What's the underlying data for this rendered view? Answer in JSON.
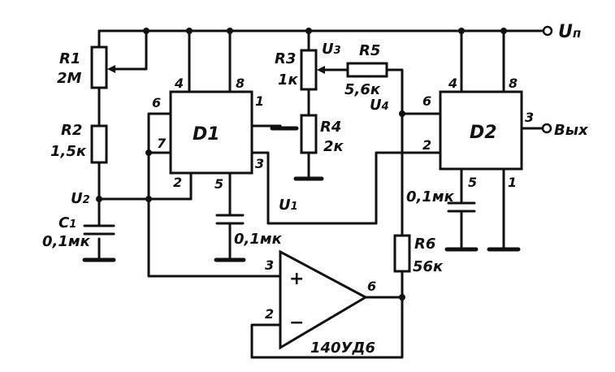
{
  "power": {
    "label": "U",
    "sub": "п"
  },
  "output": {
    "label": "Вых"
  },
  "components": {
    "r1": {
      "name": "R1",
      "value": "2М"
    },
    "r2": {
      "name": "R2",
      "value": "1,5к"
    },
    "c1": {
      "name": "C",
      "sub": "1",
      "value": "0,1мк"
    },
    "r3": {
      "name": "R3",
      "value": "1к"
    },
    "r4": {
      "name": "R4",
      "value": "2к"
    },
    "r5": {
      "name": "R5",
      "value": "5,6к"
    },
    "r6": {
      "name": "R6",
      "value": "56к"
    },
    "c_d1": {
      "value": "0,1мк"
    },
    "c_d2": {
      "value": "0,1мк"
    },
    "d1": {
      "name": "D1"
    },
    "d2": {
      "name": "D2"
    },
    "opamp": {
      "name": "140УД6",
      "plus": "+",
      "minus": "−"
    }
  },
  "nodes": {
    "u2": {
      "label": "U",
      "sub": "2"
    },
    "u3": {
      "label": "U",
      "sub": "3"
    },
    "u4": {
      "label": "U",
      "sub": "4"
    },
    "u1": {
      "label": "U",
      "sub": "1"
    }
  },
  "pins": {
    "d1_4": "4",
    "d1_8": "8",
    "d1_6": "6",
    "d1_7": "7",
    "d1_1": "1",
    "d1_2": "2",
    "d1_5": "5",
    "d1_3": "3",
    "d2_4": "4",
    "d2_8": "8",
    "d2_6": "6",
    "d2_3": "3",
    "d2_2": "2",
    "d2_5": "5",
    "d2_1": "1",
    "op_3": "3",
    "op_2": "2",
    "op_6": "6"
  }
}
